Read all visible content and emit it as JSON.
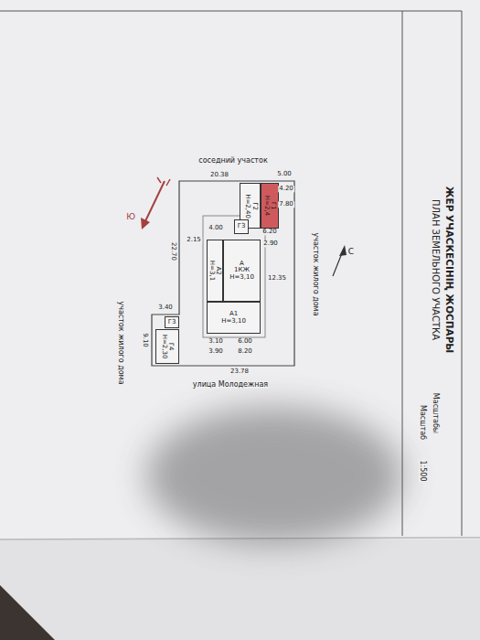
{
  "diagram": {
    "title": "ЖЕР УЧАСКЕСІНІҢ ЖОСПАРЫ",
    "nodes": [
      {
        "text": [
          "Г1",
          "Н=2,4"
        ]
      },
      {
        "text": [
          "Г2",
          "Н=2,40"
        ]
      },
      {
        "text": [
          "Г3"
        ]
      },
      {
        "text": [
          "А",
          "1КЖ",
          "Н=3,10"
        ]
      },
      {
        "text": [
          "А2",
          "Н=3,1"
        ]
      },
      {
        "text": [
          "А1",
          "Н=3,10"
        ]
      },
      {
        "text": [
          "Г3"
        ]
      },
      {
        "text": [
          "Г4",
          "Н=2,30"
        ]
      }
    ],
    "labels": [
      "ПЛАН ЗЕМЕЛЬНОГО УЧАСТКА",
      "Масштабы",
      "Масштаб",
      "1:500",
      "соседний участок",
      "участок жилого дома",
      "С",
      "Ю",
      "улица Молодежная",
      "участок жилого дома",
      "20.38",
      "5.00",
      "4.20",
      "7.80",
      "22.70",
      "23.78",
      "12.35",
      "6.20",
      "2.90",
      "4.00",
      "2.15",
      "3.10",
      "6.00",
      "3.90",
      "8.20",
      "3.40",
      "9.10"
    ]
  }
}
